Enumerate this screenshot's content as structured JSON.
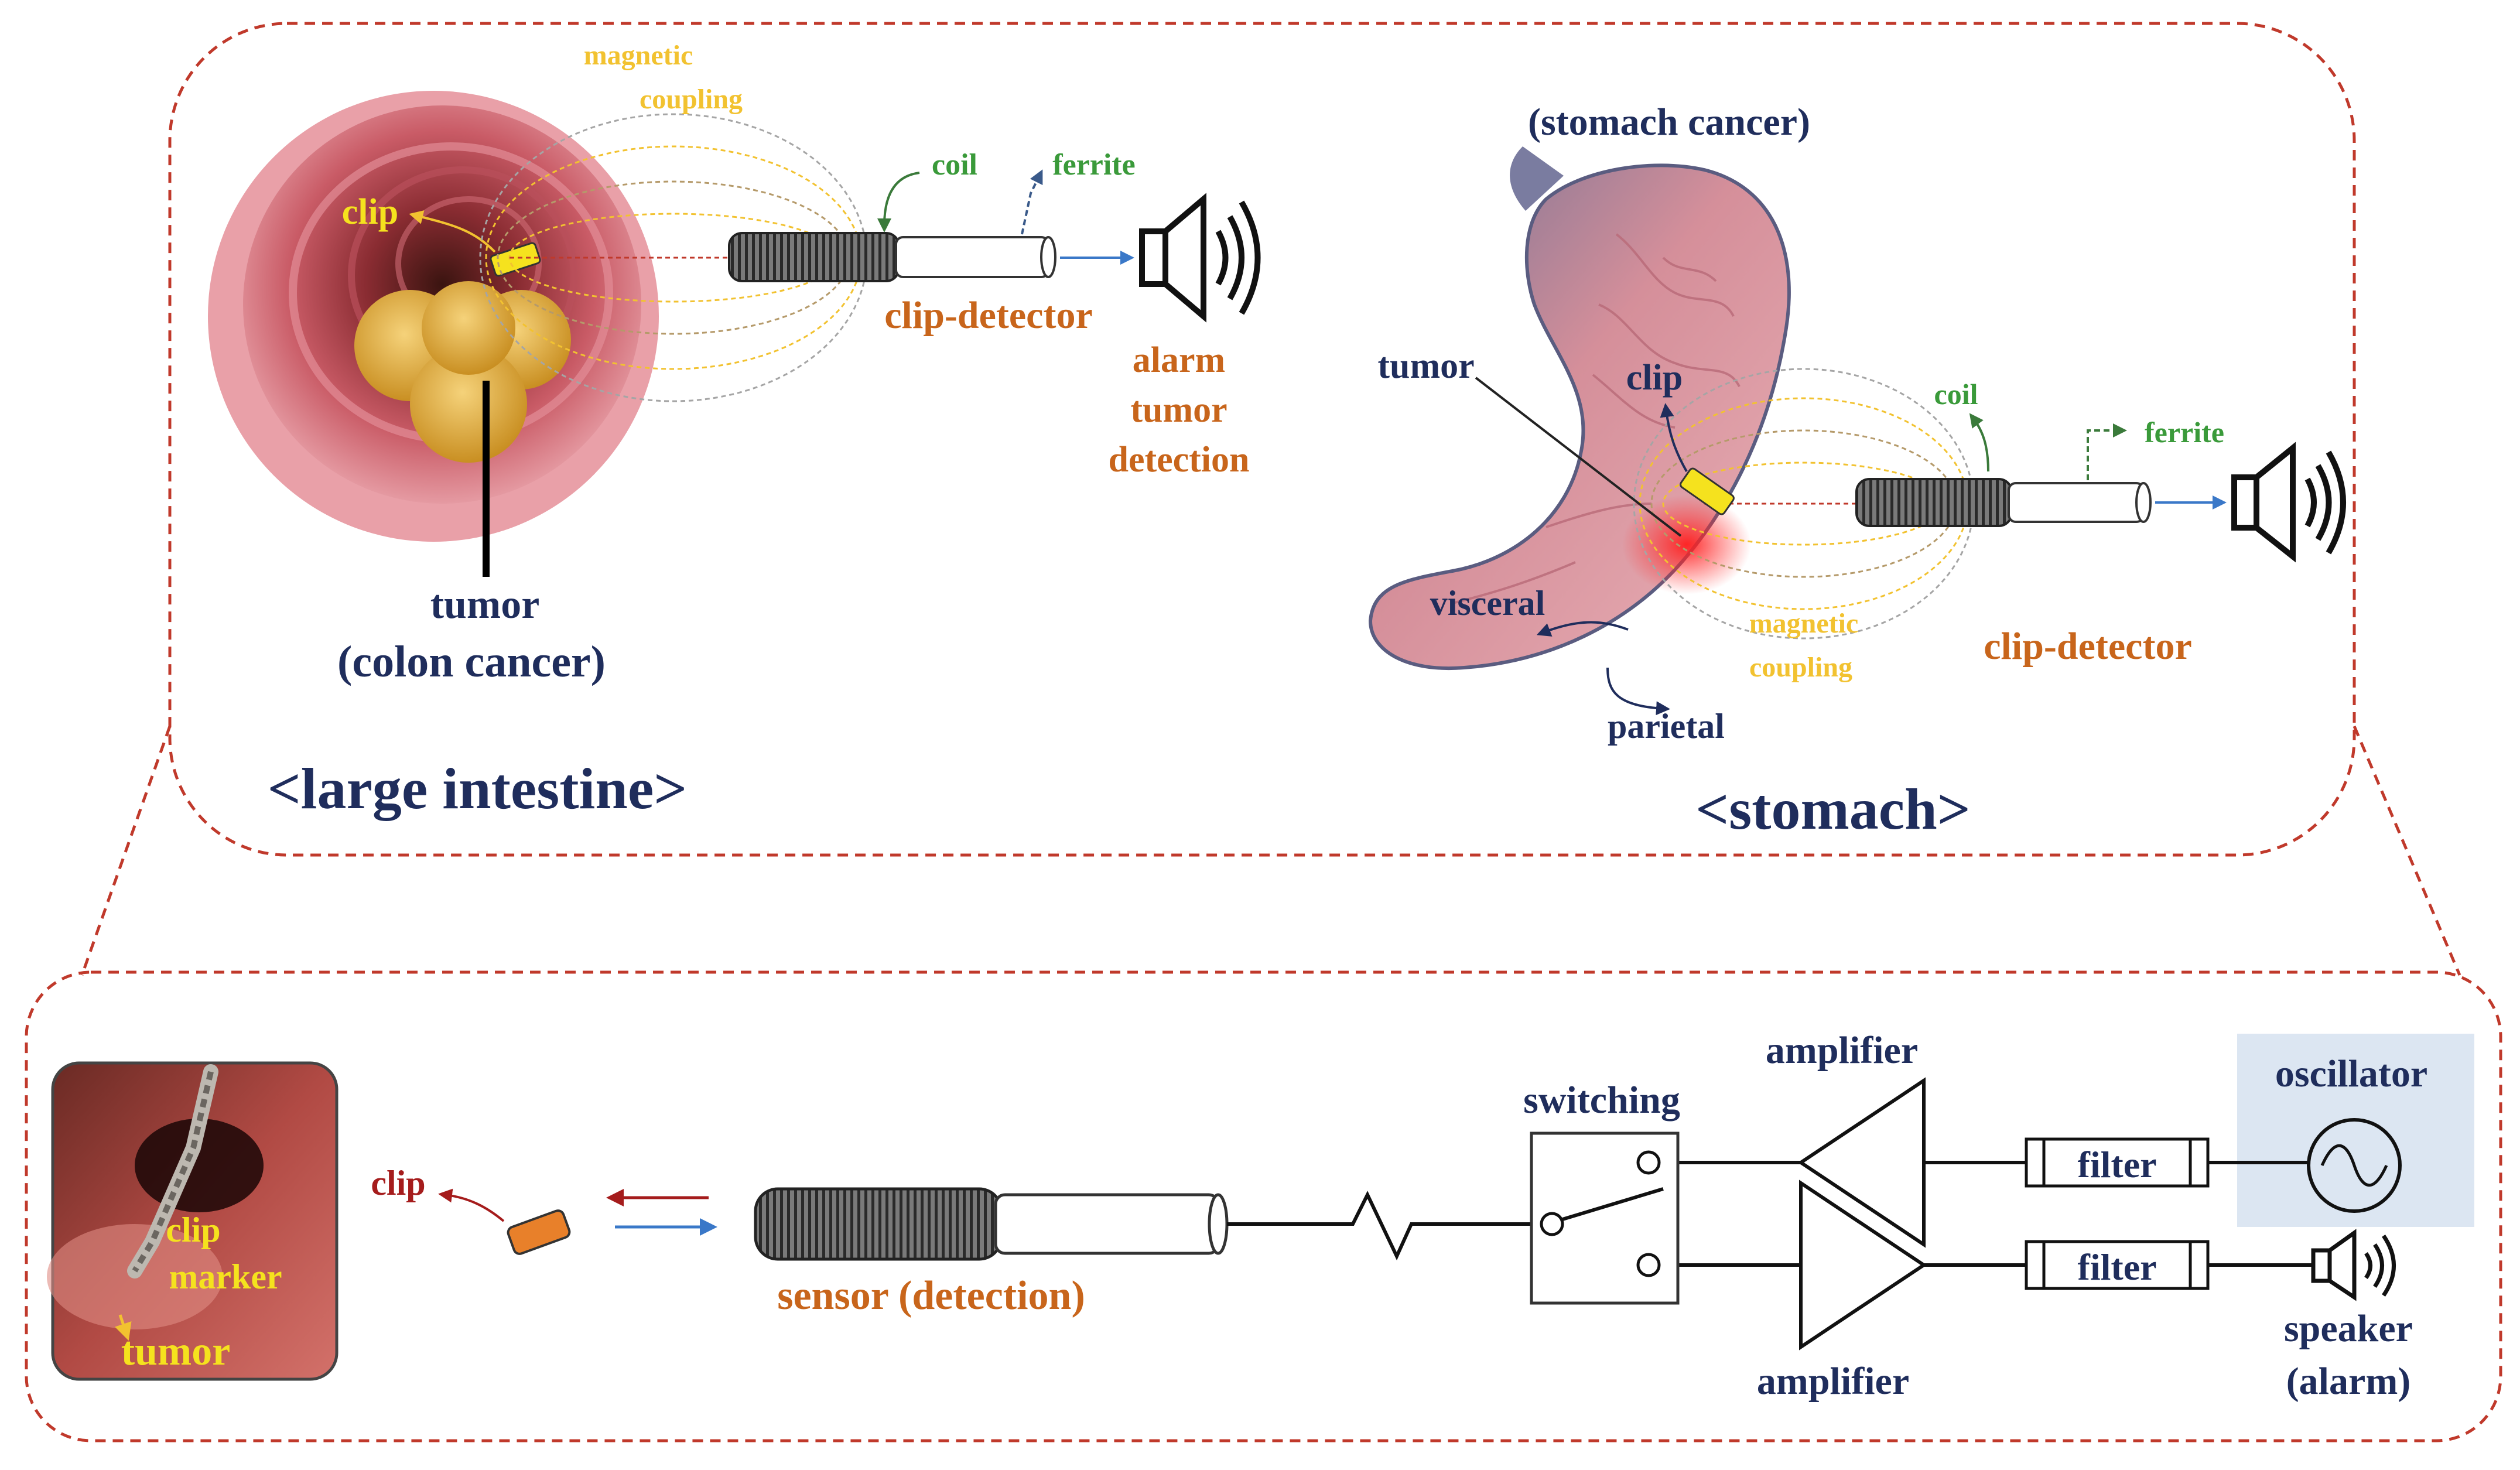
{
  "colors": {
    "navy": "#1f2d5c",
    "orange": "#c8651b",
    "green": "#3a9a3a",
    "yellow": "#f2c230",
    "clipYellow": "#f5e21e",
    "red_dash": "#c0392b",
    "blue": "#3a78c8",
    "dark_red": "#a51c1c",
    "tissue": "#c85c66",
    "tumor": "#e3b145"
  },
  "top": {
    "large_intestine": {
      "magnetic_coupling_1": "magnetic",
      "magnetic_coupling_2": "coupling",
      "clip": "clip",
      "coil": "coil",
      "ferrite": "ferrite",
      "clip_detector": "clip-detector",
      "alarm_1": "alarm",
      "alarm_2": "tumor",
      "alarm_3": "detection",
      "tumor": "tumor",
      "cancer": "(colon cancer)",
      "section_label": "<large intestine>"
    },
    "stomach": {
      "cancer": "(stomach cancer)",
      "tumor": "tumor",
      "clip": "clip",
      "coil": "coil",
      "ferrite": "ferrite",
      "visceral": "visceral",
      "magnetic_coupling_1": "magnetic",
      "magnetic_coupling_2": "coupling",
      "clip_detector": "clip-detector",
      "parietal": "parietal",
      "section_label": "<stomach>"
    }
  },
  "bottom": {
    "photo_clip": "clip",
    "photo_marker": "marker",
    "photo_tumor": "tumor",
    "clip": "clip",
    "sensor": "sensor (detection)",
    "switching": "switching",
    "amplifier_top": "amplifier",
    "amplifier_bottom": "amplifier",
    "filter_top": "filter",
    "filter_bottom": "filter",
    "oscillator": "oscillator",
    "speaker_1": "speaker",
    "speaker_2": "(alarm)"
  }
}
